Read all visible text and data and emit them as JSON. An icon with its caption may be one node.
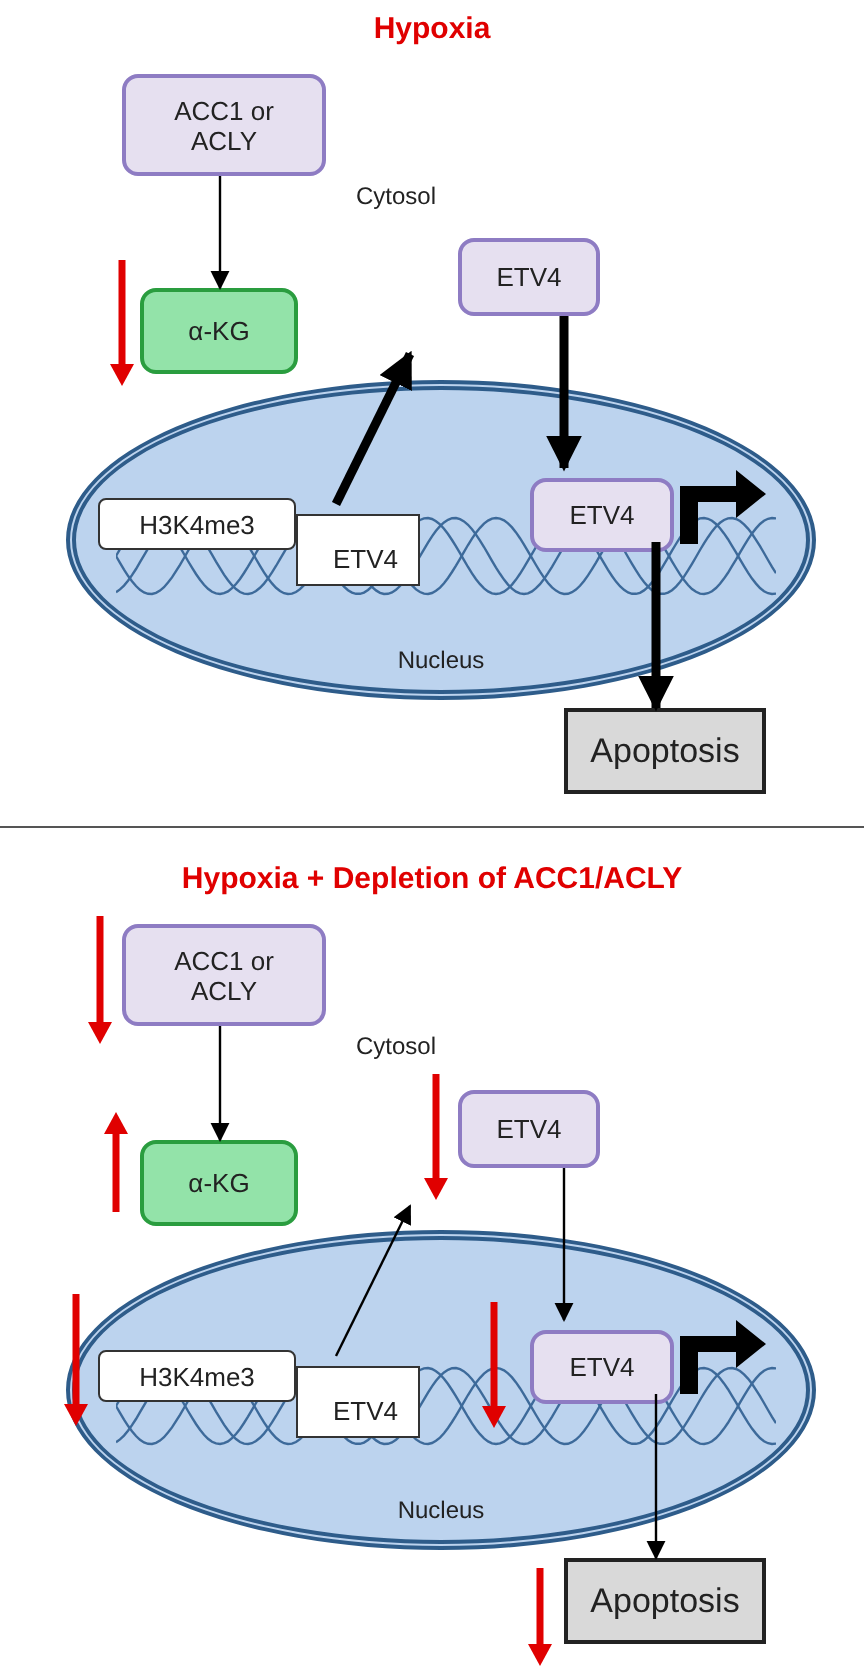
{
  "diagram": {
    "nodes": [
      {
        "text": [
          "ACC1 or ACLY"
        ]
      },
      {
        "text": [
          "α-KG"
        ]
      },
      {
        "text": [
          "ETV4"
        ]
      },
      {
        "text": [
          "Nucleus"
        ]
      },
      {
        "text": [
          "H3K4me3"
        ],
        "in": 3
      },
      {
        "text": [
          "ETV4"
        ],
        "in": 3
      },
      {
        "text": [
          "ETV4"
        ],
        "in": 3
      },
      {
        "text": [
          "Apoptosis"
        ]
      },
      {
        "text": [
          "ACC1 or ACLY"
        ]
      },
      {
        "text": [
          "α-KG"
        ]
      },
      {
        "text": [
          "ETV4"
        ]
      },
      {
        "text": [
          "Nucleus"
        ]
      },
      {
        "text": [
          "H3K4me3"
        ],
        "in": 11
      },
      {
        "text": [
          "ETV4"
        ],
        "in": 11
      },
      {
        "text": [
          "ETV4"
        ],
        "in": 11
      },
      {
        "text": [
          "Apoptosis"
        ]
      }
    ],
    "edges": [
      {
        "from": 0,
        "to": 1,
        "arrow": "to"
      },
      {
        "from": 5,
        "to": null,
        "arrow": "to",
        "style": "thick"
      },
      {
        "from": 2,
        "to": 6,
        "arrow": "to",
        "style": "thick"
      },
      {
        "from": 6,
        "to": 7,
        "arrow": "to",
        "style": "thick"
      },
      {
        "from": 8,
        "to": 9,
        "arrow": "to"
      },
      {
        "from": 13,
        "to": null,
        "arrow": "to"
      },
      {
        "from": 10,
        "to": 14,
        "arrow": "to"
      },
      {
        "from": 14,
        "to": 15,
        "arrow": "to"
      }
    ],
    "labels": [
      "Hypoxia",
      "Cytosol",
      "Hypoxia + Depletion of ACC1/ACLY",
      "Cytosol"
    ]
  }
}
